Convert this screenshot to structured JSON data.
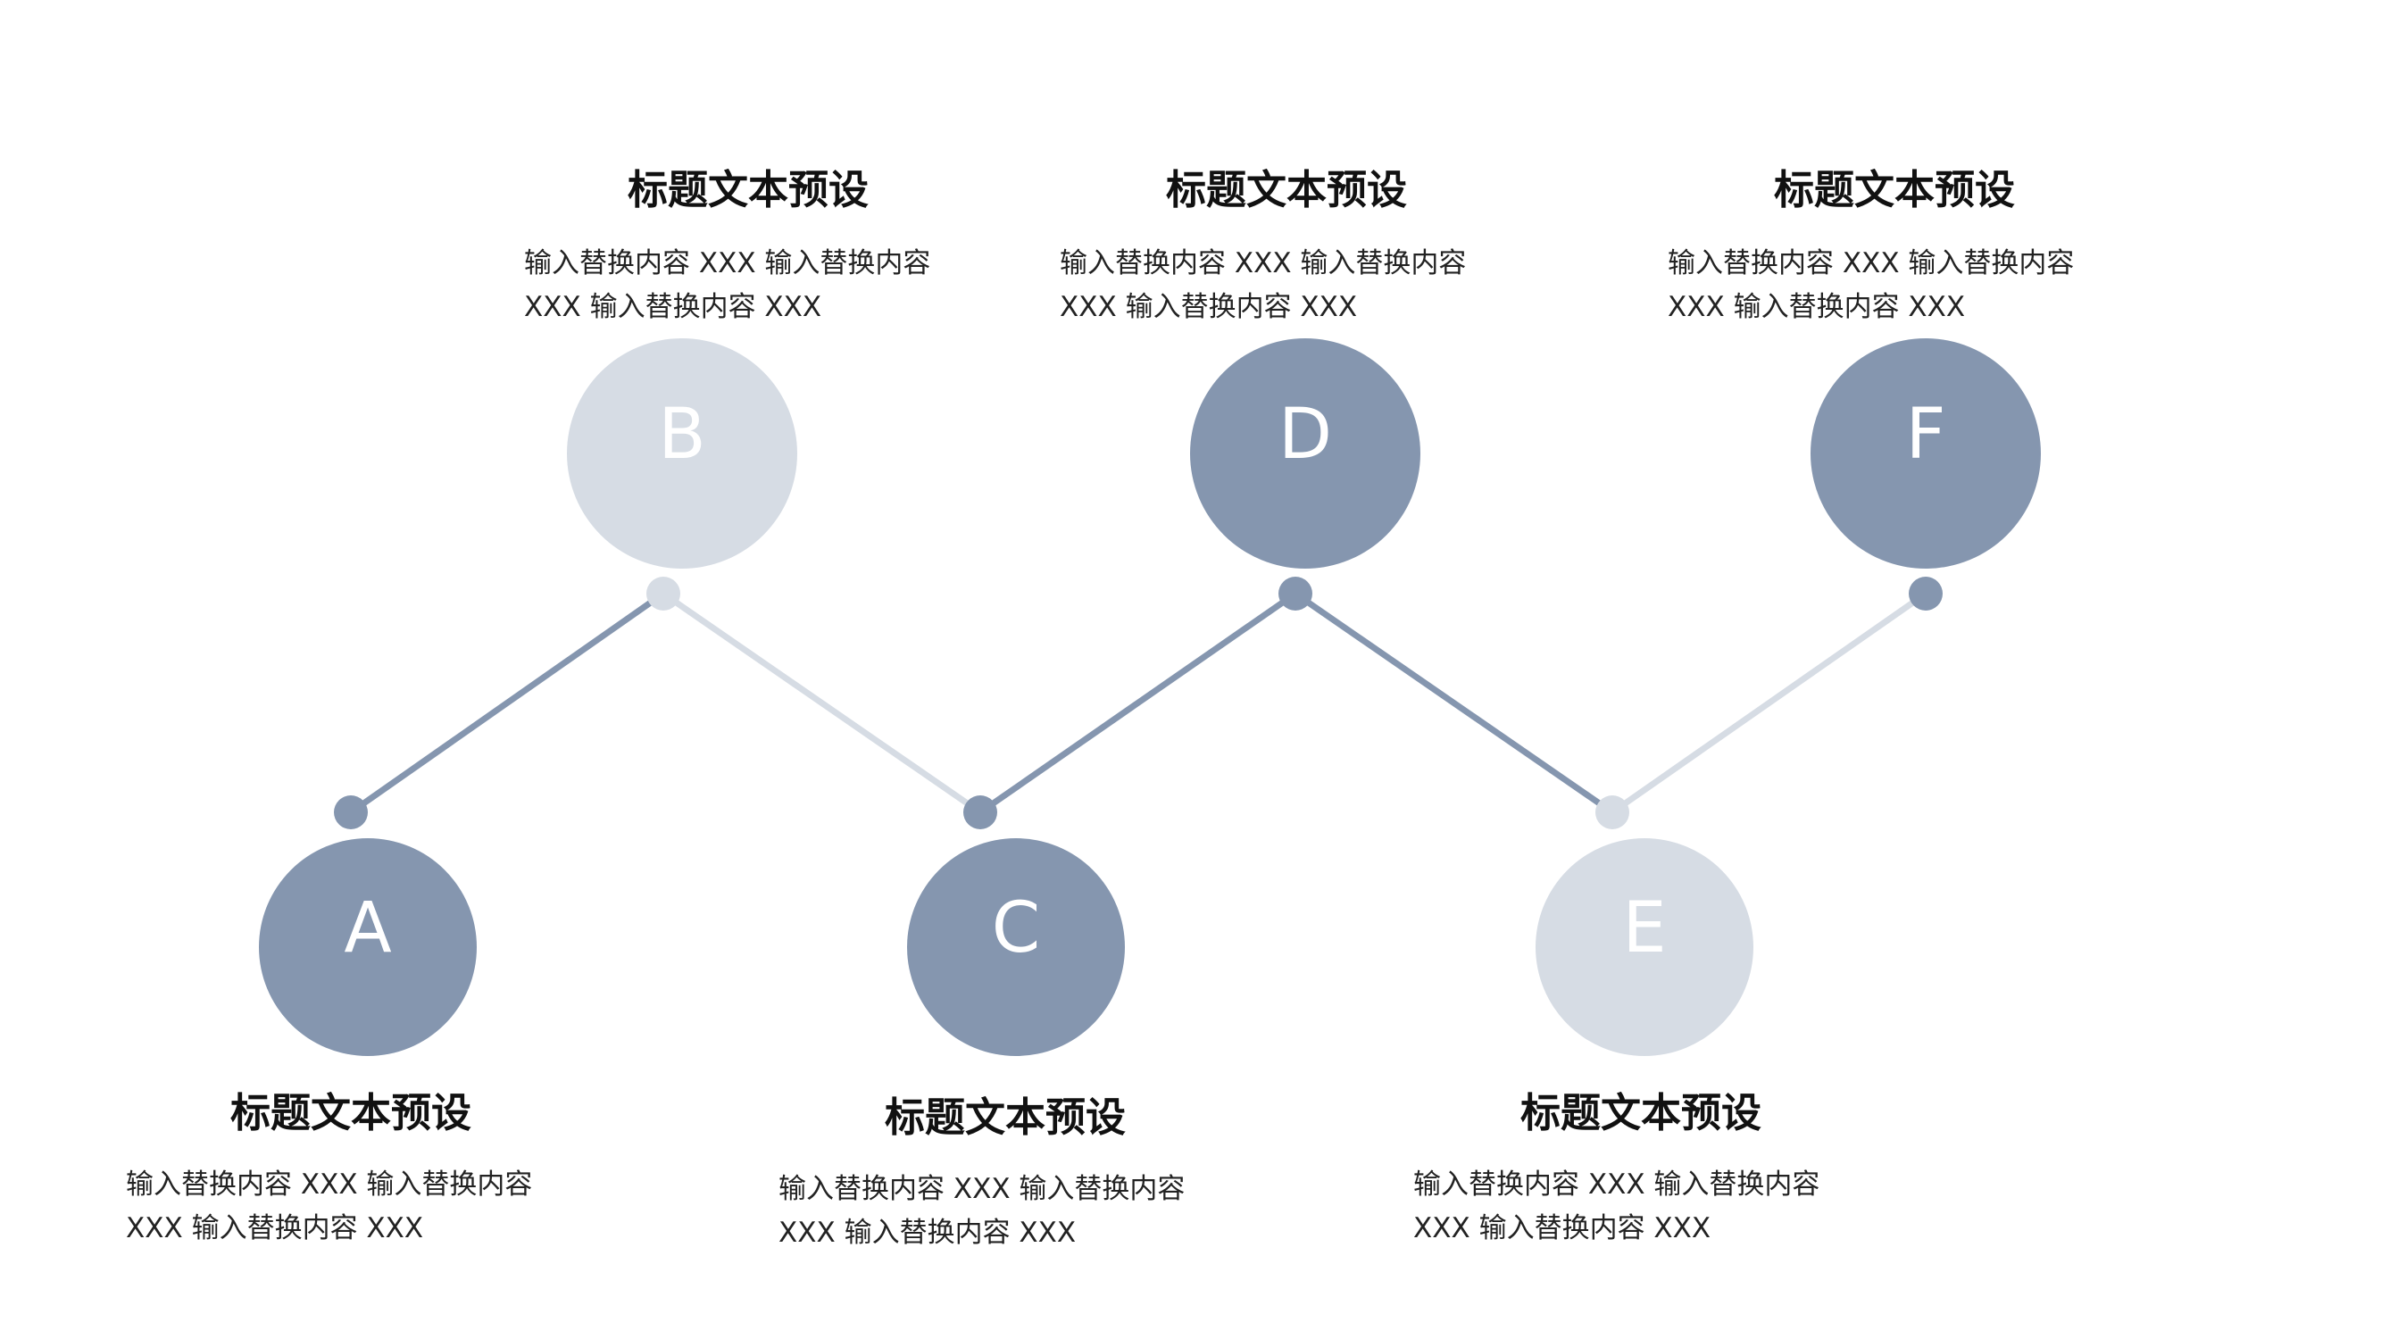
{
  "colors": {
    "dark": "#8596af",
    "light": "#d6dce4",
    "title_text": "#111111",
    "body_text": "#222222",
    "letter_text": "#ffffff"
  },
  "nodes": [
    {
      "id": "A",
      "letter": "A",
      "tone": "dark",
      "title": "标题文本预设",
      "desc_line1": "输入替换内容 XXX 输入替换内容",
      "desc_line2": "XXX 输入替换内容 XXX"
    },
    {
      "id": "B",
      "letter": "B",
      "tone": "light",
      "title": "标题文本预设",
      "desc_line1": "输入替换内容 XXX 输入替换内容",
      "desc_line2": "XXX 输入替换内容 XXX"
    },
    {
      "id": "C",
      "letter": "C",
      "tone": "dark",
      "title": "标题文本预设",
      "desc_line1": "输入替换内容 XXX 输入替换内容",
      "desc_line2": "XXX 输入替换内容 XXX"
    },
    {
      "id": "D",
      "letter": "D",
      "tone": "dark",
      "title": "标题文本预设",
      "desc_line1": "输入替换内容 XXX 输入替换内容",
      "desc_line2": "XXX 输入替换内容 XXX"
    },
    {
      "id": "E",
      "letter": "E",
      "tone": "light",
      "title": "标题文本预设",
      "desc_line1": "输入替换内容 XXX 输入替换内容",
      "desc_line2": "XXX 输入替换内容 XXX"
    },
    {
      "id": "F",
      "letter": "F",
      "tone": "dark",
      "title": "标题文本预设",
      "desc_line1": "输入替换内容 XXX 输入替换内容",
      "desc_line2": "XXX 输入替换内容 XXX"
    }
  ],
  "connectors": [
    {
      "from": "A",
      "to": "B",
      "tone": "dark"
    },
    {
      "from": "B",
      "to": "C",
      "tone": "light"
    },
    {
      "from": "C",
      "to": "D",
      "tone": "dark"
    },
    {
      "from": "D",
      "to": "E",
      "tone": "dark"
    },
    {
      "from": "E",
      "to": "F",
      "tone": "light"
    }
  ]
}
